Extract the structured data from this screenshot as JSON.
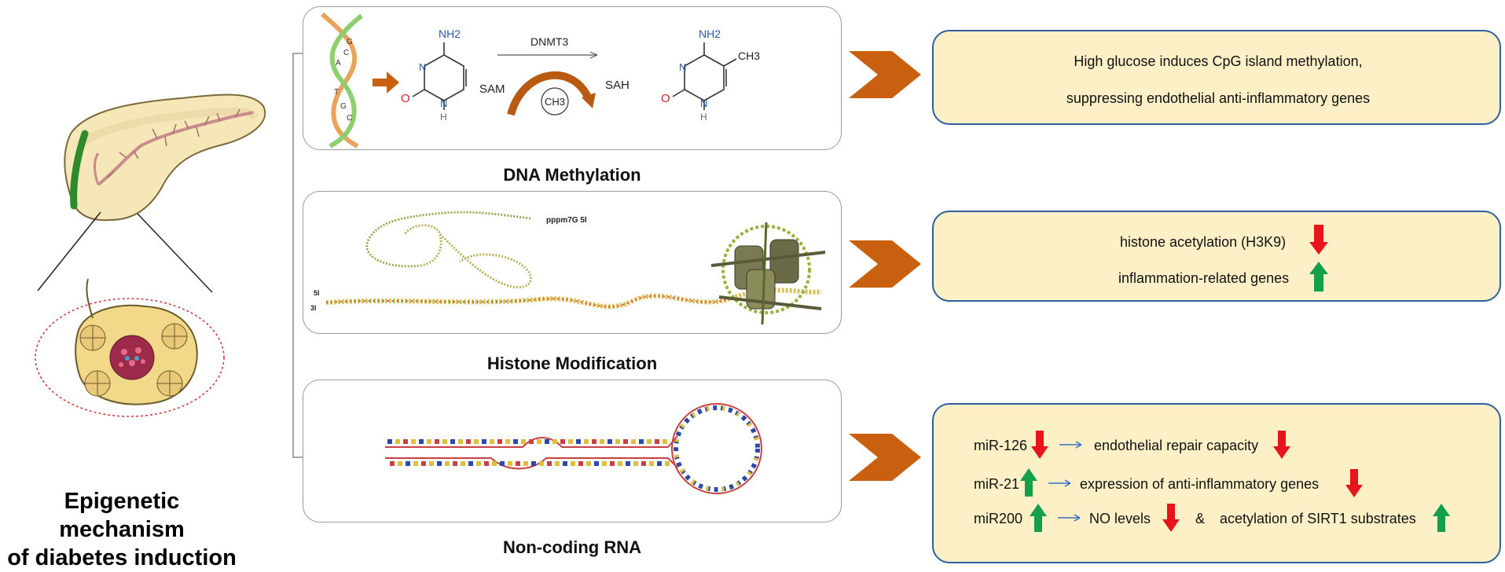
{
  "title": {
    "line1": "Epigenetic mechanism",
    "line2": "of diabetes induction"
  },
  "panels": {
    "dna": {
      "label": "DNA Methylation",
      "enzyme": "DNMT3",
      "donor": "SAM",
      "product": "SAH",
      "methyl": "CH3",
      "base_labels": {
        "nh2": "NH2",
        "n": "N",
        "o": "O",
        "h": "H",
        "ch3": "CH3"
      }
    },
    "histone": {
      "label": "Histone Modification",
      "marker": "pppm7G 5l",
      "end5": "5l",
      "end3": "3l"
    },
    "ncrna": {
      "label": "Non-coding RNA"
    }
  },
  "results": {
    "dna": {
      "line1": "High glucose induces CpG island methylation,",
      "line2": "suppressing endothelial anti-inflammatory genes"
    },
    "histone": {
      "line1": "histone acetylation (H3K9)",
      "line1_arrow": "down",
      "line2": "inflammation-related genes",
      "line2_arrow": "up"
    },
    "ncrna": {
      "rows": [
        {
          "mir": "miR-126",
          "mir_arrow": "down",
          "effect": "endothelial repair capacity",
          "effect_arrow": "down"
        },
        {
          "mir": "miR-21",
          "mir_arrow": "up",
          "effect": "expression of anti-inflammatory genes",
          "effect_arrow": "down"
        },
        {
          "mir": "miR200",
          "mir_arrow": "up",
          "effect": "NO levels",
          "effect_arrow": "down",
          "connector": "&",
          "effect2": "acetylation of SIRT1 substrates",
          "effect2_arrow": "up"
        }
      ]
    }
  },
  "colors": {
    "accent_orange": "#c8600f",
    "down_red": "#e8141b",
    "up_green": "#14a04a",
    "box_fill": "#fdf0c6",
    "box_border": "#2f5f9e",
    "link_arrow": "#3a6fc4"
  }
}
